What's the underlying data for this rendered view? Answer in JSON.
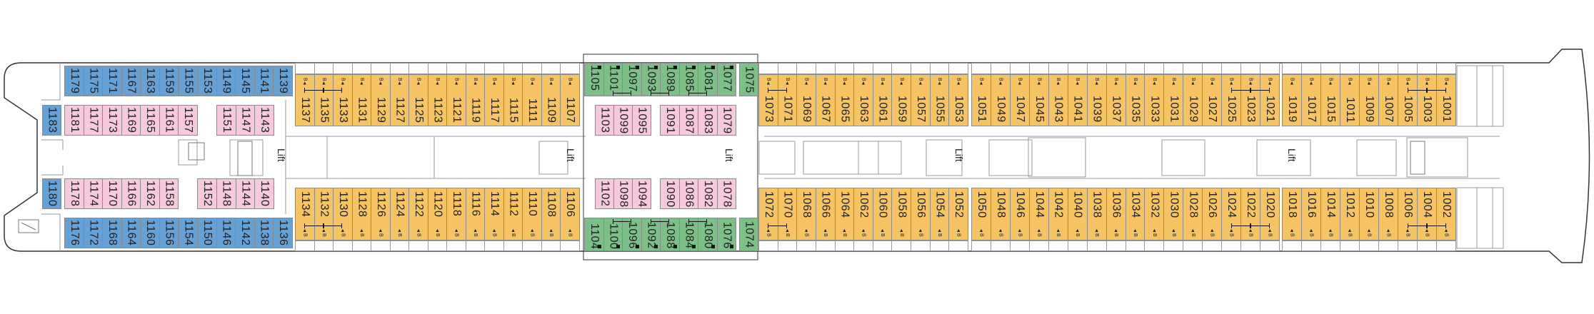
{
  "colors": {
    "blue": "#66a1d6",
    "pink": "#f6c9dc",
    "orange": "#f7c463",
    "green": "#7dbf88",
    "line": "#8a8a8a"
  },
  "symbols": {
    "berth": "B▲",
    "berth_bottom": "▲B",
    "square": "■"
  },
  "lift_label": "Lift",
  "groups": {
    "blueTop": {
      "type": "blue",
      "cabins": [
        "1179",
        "1175",
        "1171",
        "1167",
        "1163",
        "1159",
        "1155",
        "1153",
        "1149",
        "1145",
        "1141",
        "1139"
      ]
    },
    "blueBottom": {
      "type": "blue",
      "cabins": [
        "1176",
        "1172",
        "1168",
        "1164",
        "1160",
        "1156",
        "1154",
        "1150",
        "1146",
        "1142",
        "1138",
        "1136"
      ]
    },
    "blueAftTop": {
      "type": "blue",
      "cabins": [
        "1183"
      ]
    },
    "blueAftBottom": {
      "type": "blue",
      "cabins": [
        "1180"
      ]
    },
    "pinkTopA": {
      "type": "pink",
      "cabins": [
        "1181",
        "1177",
        "1173",
        "1169",
        "1165",
        "1161",
        "1157"
      ]
    },
    "pinkTopB": {
      "type": "pink",
      "cabins": [
        "1151",
        "1147",
        "1143"
      ]
    },
    "pinkBotA": {
      "type": "pink",
      "cabins": [
        "1178",
        "1174",
        "1170",
        "1166",
        "1162",
        "1158"
      ]
    },
    "pinkBotB": {
      "type": "pink",
      "cabins": [
        "1152",
        "1148",
        "1144",
        "1140"
      ]
    },
    "orTopA": {
      "type": "orange",
      "cabins": [
        "1137",
        "1135",
        "1133",
        "1131",
        "1129",
        "1127",
        "1125",
        "1123",
        "1121",
        "1119",
        "1117",
        "1115",
        "1111",
        "1109",
        "1107"
      ]
    },
    "orBotA": {
      "type": "orange",
      "cabins": [
        "1134",
        "1132",
        "1130",
        "1128",
        "1126",
        "1124",
        "1122",
        "1120",
        "1118",
        "1116",
        "1114",
        "1112",
        "1110",
        "1108",
        "1106"
      ]
    },
    "greenTop": {
      "type": "green",
      "cabins": [
        "1105",
        "1101",
        "1097",
        "1093",
        "1089",
        "1085",
        "1081",
        "1077"
      ]
    },
    "greenTopB": {
      "type": "green",
      "cabins": [
        "1075"
      ]
    },
    "greenBot": {
      "type": "green",
      "cabins": [
        "1104",
        "1100",
        "1096",
        "1092",
        "1088",
        "1084",
        "1080",
        "1076"
      ]
    },
    "greenBotB": {
      "type": "green",
      "cabins": [
        "1074"
      ]
    },
    "pinkMidTopA": {
      "type": "pink",
      "cabins": [
        "1103",
        "1099",
        "1095"
      ]
    },
    "pinkMidTopB": {
      "type": "pink",
      "cabins": [
        "1091",
        "1087",
        "1083",
        "1079"
      ]
    },
    "pinkMidBotA": {
      "type": "pink",
      "cabins": [
        "1102",
        "1098",
        "1094"
      ]
    },
    "pinkMidBotB": {
      "type": "pink",
      "cabins": [
        "1090",
        "1086",
        "1082",
        "1078"
      ]
    },
    "orTopB": {
      "type": "orange",
      "cabins": [
        "1073",
        "1071",
        "1069",
        "1067",
        "1065",
        "1063",
        "1061",
        "1059",
        "1057",
        "1055",
        "1053"
      ]
    },
    "orTopC": {
      "type": "orange",
      "cabins": [
        "1051",
        "1049",
        "1047",
        "1045",
        "1043",
        "1041",
        "1039",
        "1037",
        "1035",
        "1033",
        "1031",
        "1029",
        "1027",
        "1025",
        "1023",
        "1021"
      ]
    },
    "orTopD": {
      "type": "orange",
      "cabins": [
        "1019",
        "1017",
        "1015",
        "1011",
        "1009",
        "1007",
        "1005",
        "1003",
        "1001"
      ]
    },
    "orBotB": {
      "type": "orange",
      "cabins": [
        "1072",
        "1070",
        "1068",
        "1066",
        "1064",
        "1062",
        "1060",
        "1058",
        "1056",
        "1054",
        "1052"
      ]
    },
    "orBotC": {
      "type": "orange",
      "cabins": [
        "1050",
        "1048",
        "1046",
        "1044",
        "1042",
        "1040",
        "1038",
        "1036",
        "1034",
        "1032",
        "1030",
        "1028",
        "1026",
        "1024",
        "1022",
        "1020"
      ]
    },
    "orBotD": {
      "type": "orange",
      "cabins": [
        "1018",
        "1016",
        "1014",
        "1012",
        "1010",
        "1008",
        "1006",
        "1004",
        "1002"
      ]
    }
  },
  "connecting_pairs": [
    [
      "1137",
      "1135"
    ],
    [
      "1135",
      "1133"
    ],
    [
      "1134",
      "1132"
    ],
    [
      "1132",
      "1130"
    ],
    [
      "1101",
      "1097"
    ],
    [
      "1093",
      "1089"
    ],
    [
      "1085",
      "1081"
    ],
    [
      "1100",
      "1096"
    ],
    [
      "1092",
      "1088"
    ],
    [
      "1084",
      "1080"
    ],
    [
      "1073",
      "1071"
    ],
    [
      "1072",
      "1070"
    ],
    [
      "1025",
      "1023"
    ],
    [
      "1023",
      "1021"
    ],
    [
      "1024",
      "1022"
    ],
    [
      "1022",
      "1020"
    ],
    [
      "1005",
      "1003"
    ],
    [
      "1003",
      "1001"
    ],
    [
      "1006",
      "1004"
    ],
    [
      "1004",
      "1002"
    ]
  ]
}
